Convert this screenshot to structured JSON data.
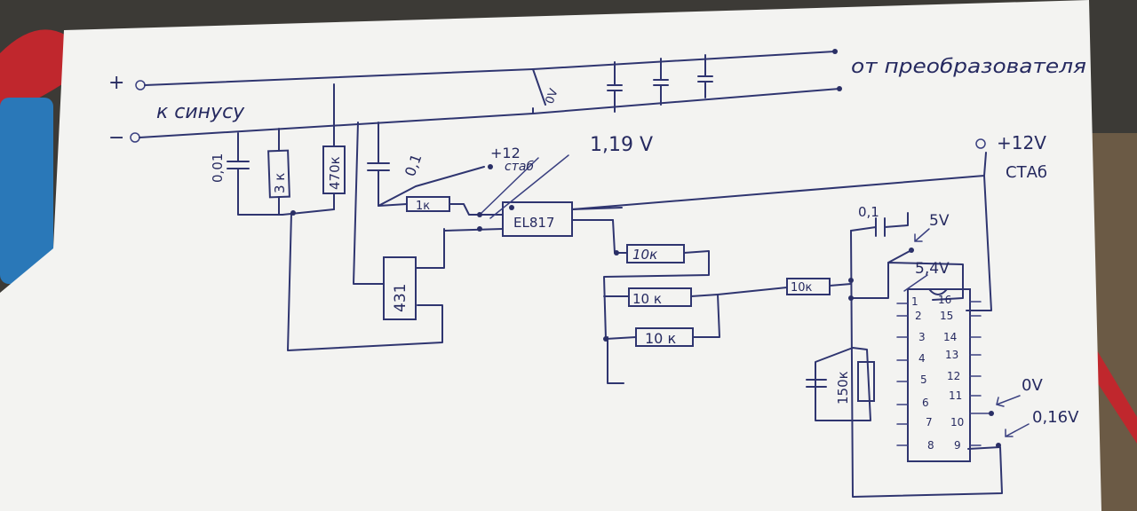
{
  "colors": {
    "paper": "#f3f3f1",
    "ink": "#2f3570",
    "background": "#3c3a36",
    "red_wire": "#c0272d",
    "blue_tool": "#2a78b8"
  },
  "labels": {
    "plus": "+",
    "minus": "−",
    "to_speaker": "к синусу",
    "from_converter": "от преобразователя",
    "cap_left": "0,01",
    "res_3k": "3 к",
    "res_470k": "470к",
    "cap_01": "0,1",
    "plus12": "+12",
    "stab_small": "стаб",
    "v119": "1,19 V",
    "sw_0v": "0V",
    "res_1k": "1к",
    "optocoupler": "EL817",
    "tl431": "431",
    "r10k_1": "10к",
    "r10k_2": "10 к",
    "r10k_3": "10 к",
    "r10k_4": "10к",
    "r150k": "150к",
    "cap_01_right": "0,1",
    "v5": "5V",
    "v54": "5,4V",
    "plus12v": "+12V",
    "stab_big": "СТАб",
    "v0": "0V",
    "v016": "0,16V",
    "pins_left": [
      "1",
      "2",
      "3",
      "4",
      "5",
      "6",
      "7",
      "8"
    ],
    "pins_right": [
      "16",
      "15",
      "14",
      "13",
      "12",
      "11",
      "10",
      "9"
    ]
  }
}
